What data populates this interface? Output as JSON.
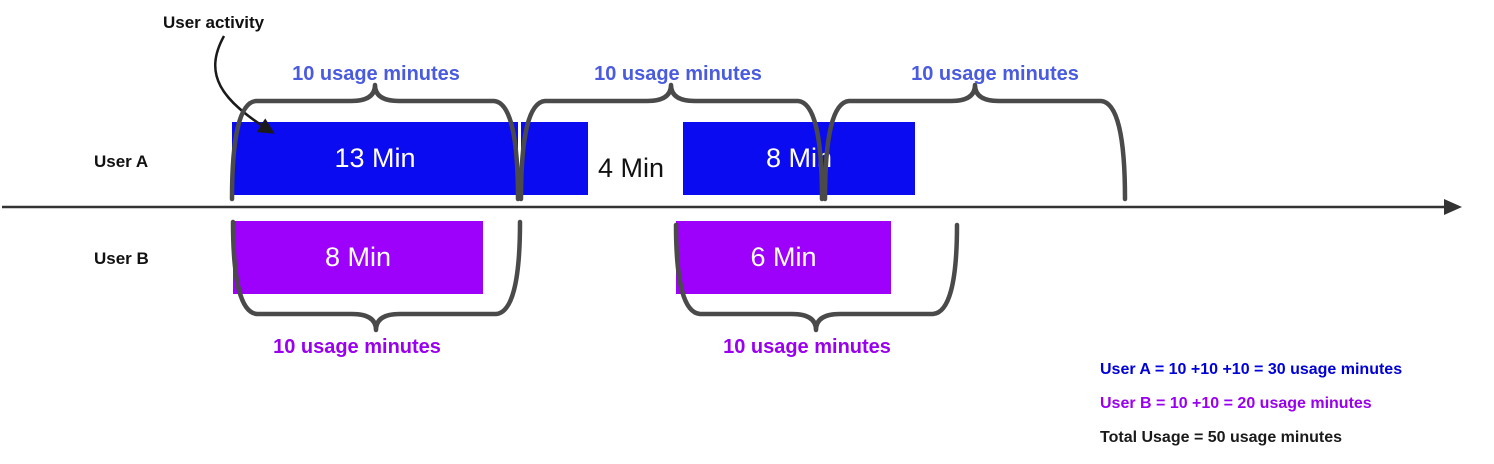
{
  "annotations": {
    "user_activity": "User activity"
  },
  "user_a": {
    "label": "User A",
    "bars": [
      {
        "label": "13 Min"
      },
      {
        "label": ""
      },
      {
        "label": "8 Min"
      }
    ],
    "gap_label": "4 Min"
  },
  "user_b": {
    "label": "User B",
    "bars": [
      {
        "label": "8 Min"
      },
      {
        "label": "6 Min"
      }
    ]
  },
  "top_braces": [
    {
      "label": "10 usage minutes"
    },
    {
      "label": "10 usage minutes"
    },
    {
      "label": "10 usage minutes"
    }
  ],
  "bottom_braces": [
    {
      "label": "10 usage minutes"
    },
    {
      "label": "10 usage minutes"
    }
  ],
  "summary": {
    "user_a": "User A = 10 +10 +10 = 30 usage minutes",
    "user_b": "User B = 10 +10 = 20 usage minutes",
    "total": "Total Usage = 50 usage minutes"
  },
  "colors": {
    "user_a_bar": "#0b0bf2",
    "user_b_bar": "#9d00fb",
    "top_brace_label": "#4a5be0",
    "bottom_brace_label": "#9900f0",
    "summary_user_a": "#0000d9",
    "summary_user_b": "#9900f0",
    "summary_total": "#1a1a1a",
    "brace_stroke": "#4a4a4a",
    "timeline": "#333333"
  }
}
